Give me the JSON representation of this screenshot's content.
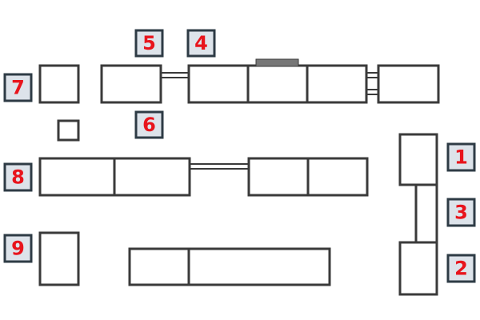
{
  "colors": {
    "block_stroke": "#3a3a3a",
    "tag_fill": "#dde3ea",
    "tag_stroke": "#2e3b45",
    "tag_text": "#e8141c",
    "bar_fill": "#777777"
  },
  "labels": {
    "l1": "1",
    "l2": "2",
    "l3": "3",
    "l4": "4",
    "l5": "5",
    "l6": "6",
    "l7": "7",
    "l8": "8",
    "l9": "9"
  }
}
